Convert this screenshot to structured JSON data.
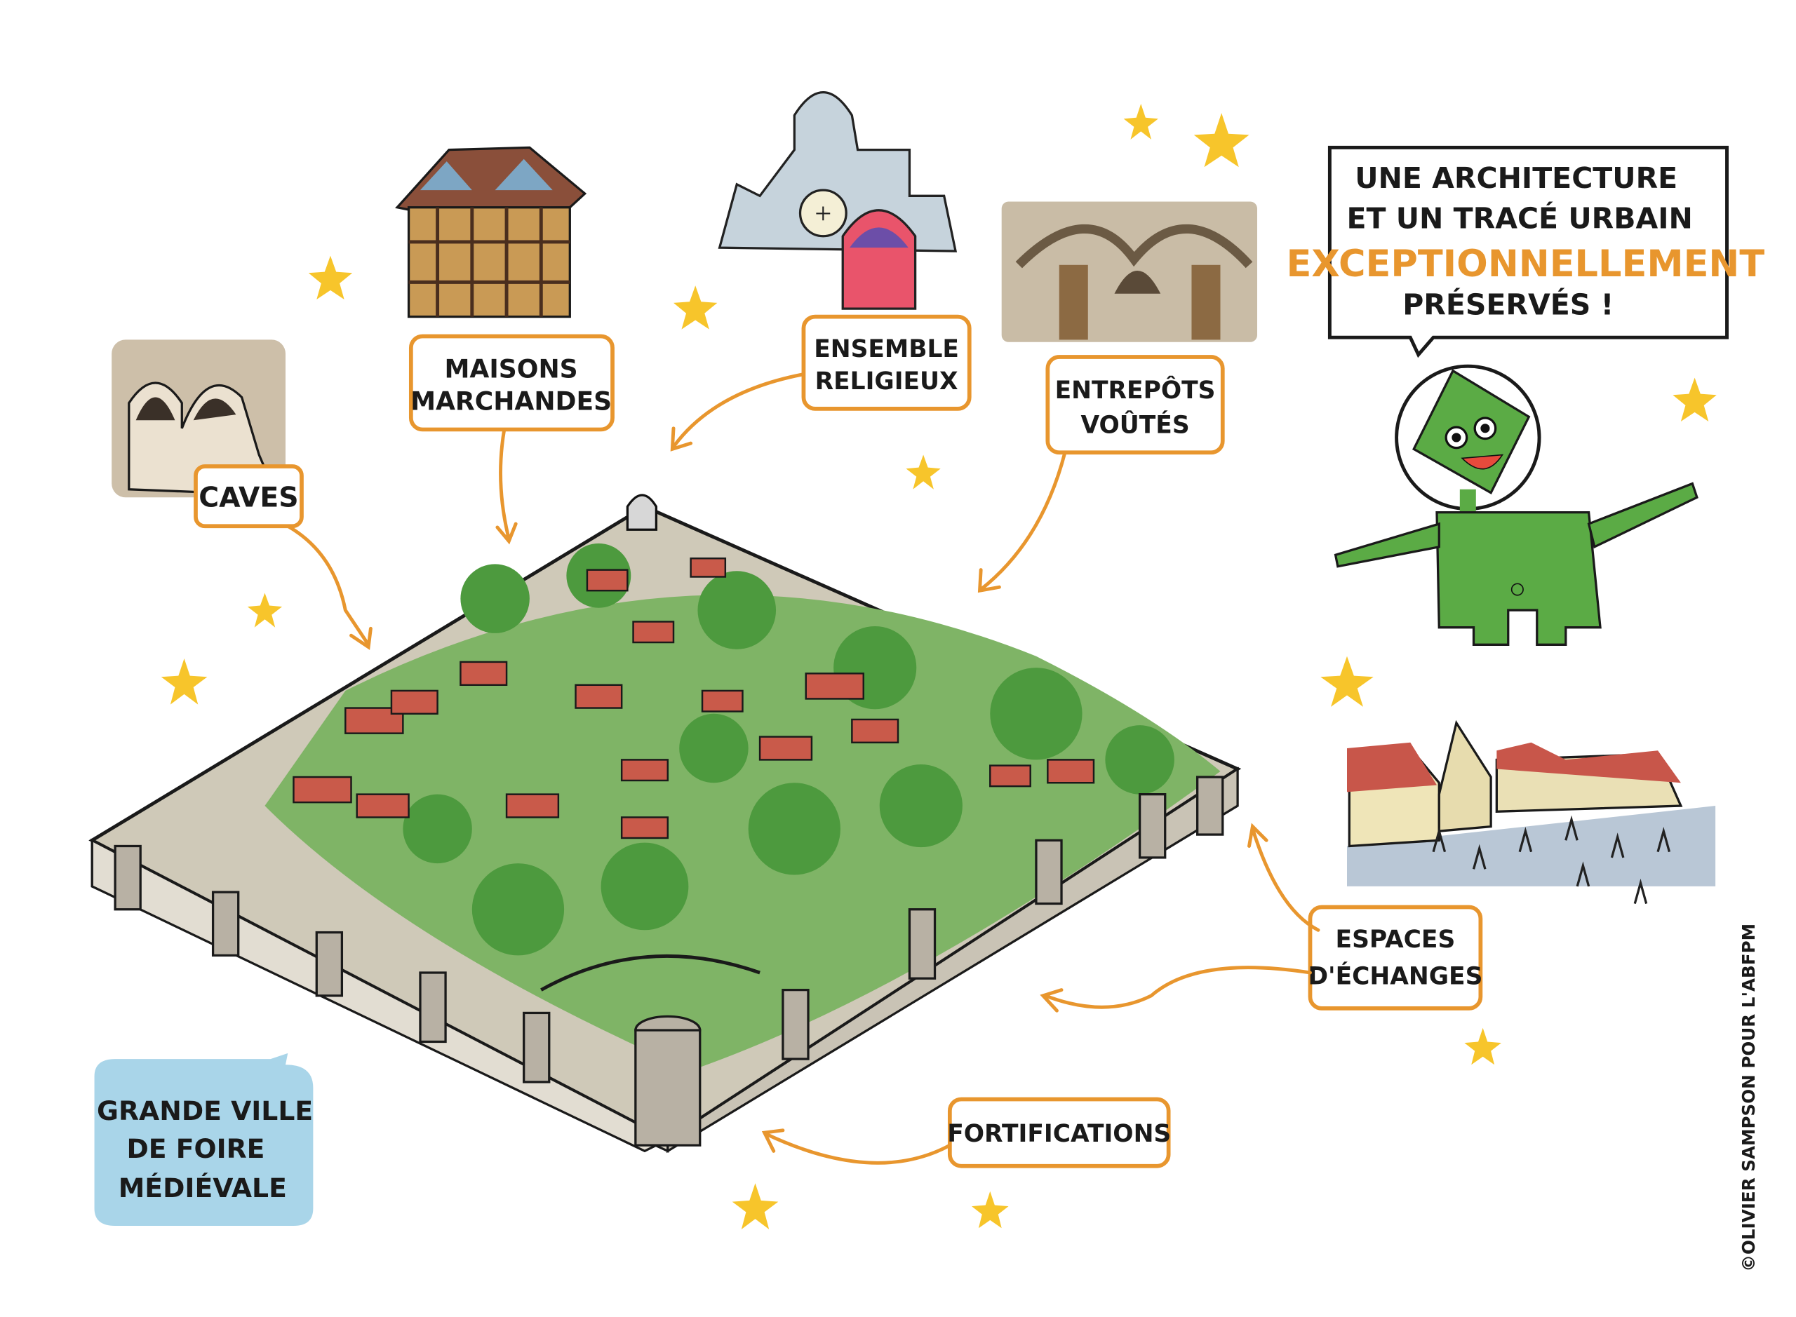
{
  "labels": {
    "caves": "CAVES",
    "maisons": [
      "MAISONS",
      "MARCHANDES"
    ],
    "religieux": [
      "ENSEMBLE",
      "RELIGIEUX"
    ],
    "entrepots": [
      "ENTREPÔTS",
      "VOÛTÉS"
    ],
    "espaces": [
      "ESPACES",
      "D'ÉCHANGES"
    ],
    "fortifications": "FORTIFICATIONS",
    "grande_ville": [
      "GRANDE VILLE",
      "DE FOIRE",
      "MÉDIÉVALE"
    ]
  },
  "speech_bubble": {
    "line1": "UNE ARCHITECTURE",
    "line2": "ET UN TRACÉ URBAIN",
    "highlight": "EXCEPTIONNELLEMENT",
    "line4": "PRÉSERVÉS !"
  },
  "credit": "©OLIVIER SAMPSON POUR L'ABFPM",
  "colors": {
    "accent": "#e8962e",
    "star": "#f7c52b",
    "alien": "#5bab45",
    "blue_box": "#a9d5e9",
    "roof": "#c95a4a"
  }
}
